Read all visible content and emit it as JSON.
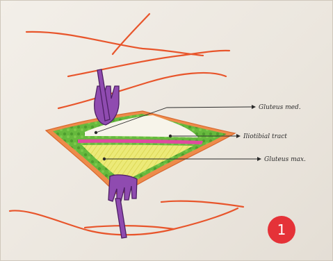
{
  "labels": {
    "gluteus_med": "Gluteus med.",
    "iliotibial_tract": "Iliotibial tract",
    "gluteus_max": "Gluteus max."
  },
  "badge": {
    "number": "1",
    "color": "#e53238"
  },
  "colors": {
    "skin_line": "#e8552b",
    "muscle_green": "#5fb53a",
    "tract_pink": "#e04aa0",
    "gluteus_max_yellow": "#e8e66a",
    "retractor_purple": "#8f4bb0",
    "pointer_line": "#2a2a2a"
  },
  "icons": {
    "upper_retractor": "retractor-icon",
    "lower_retractor": "retractor-icon"
  }
}
